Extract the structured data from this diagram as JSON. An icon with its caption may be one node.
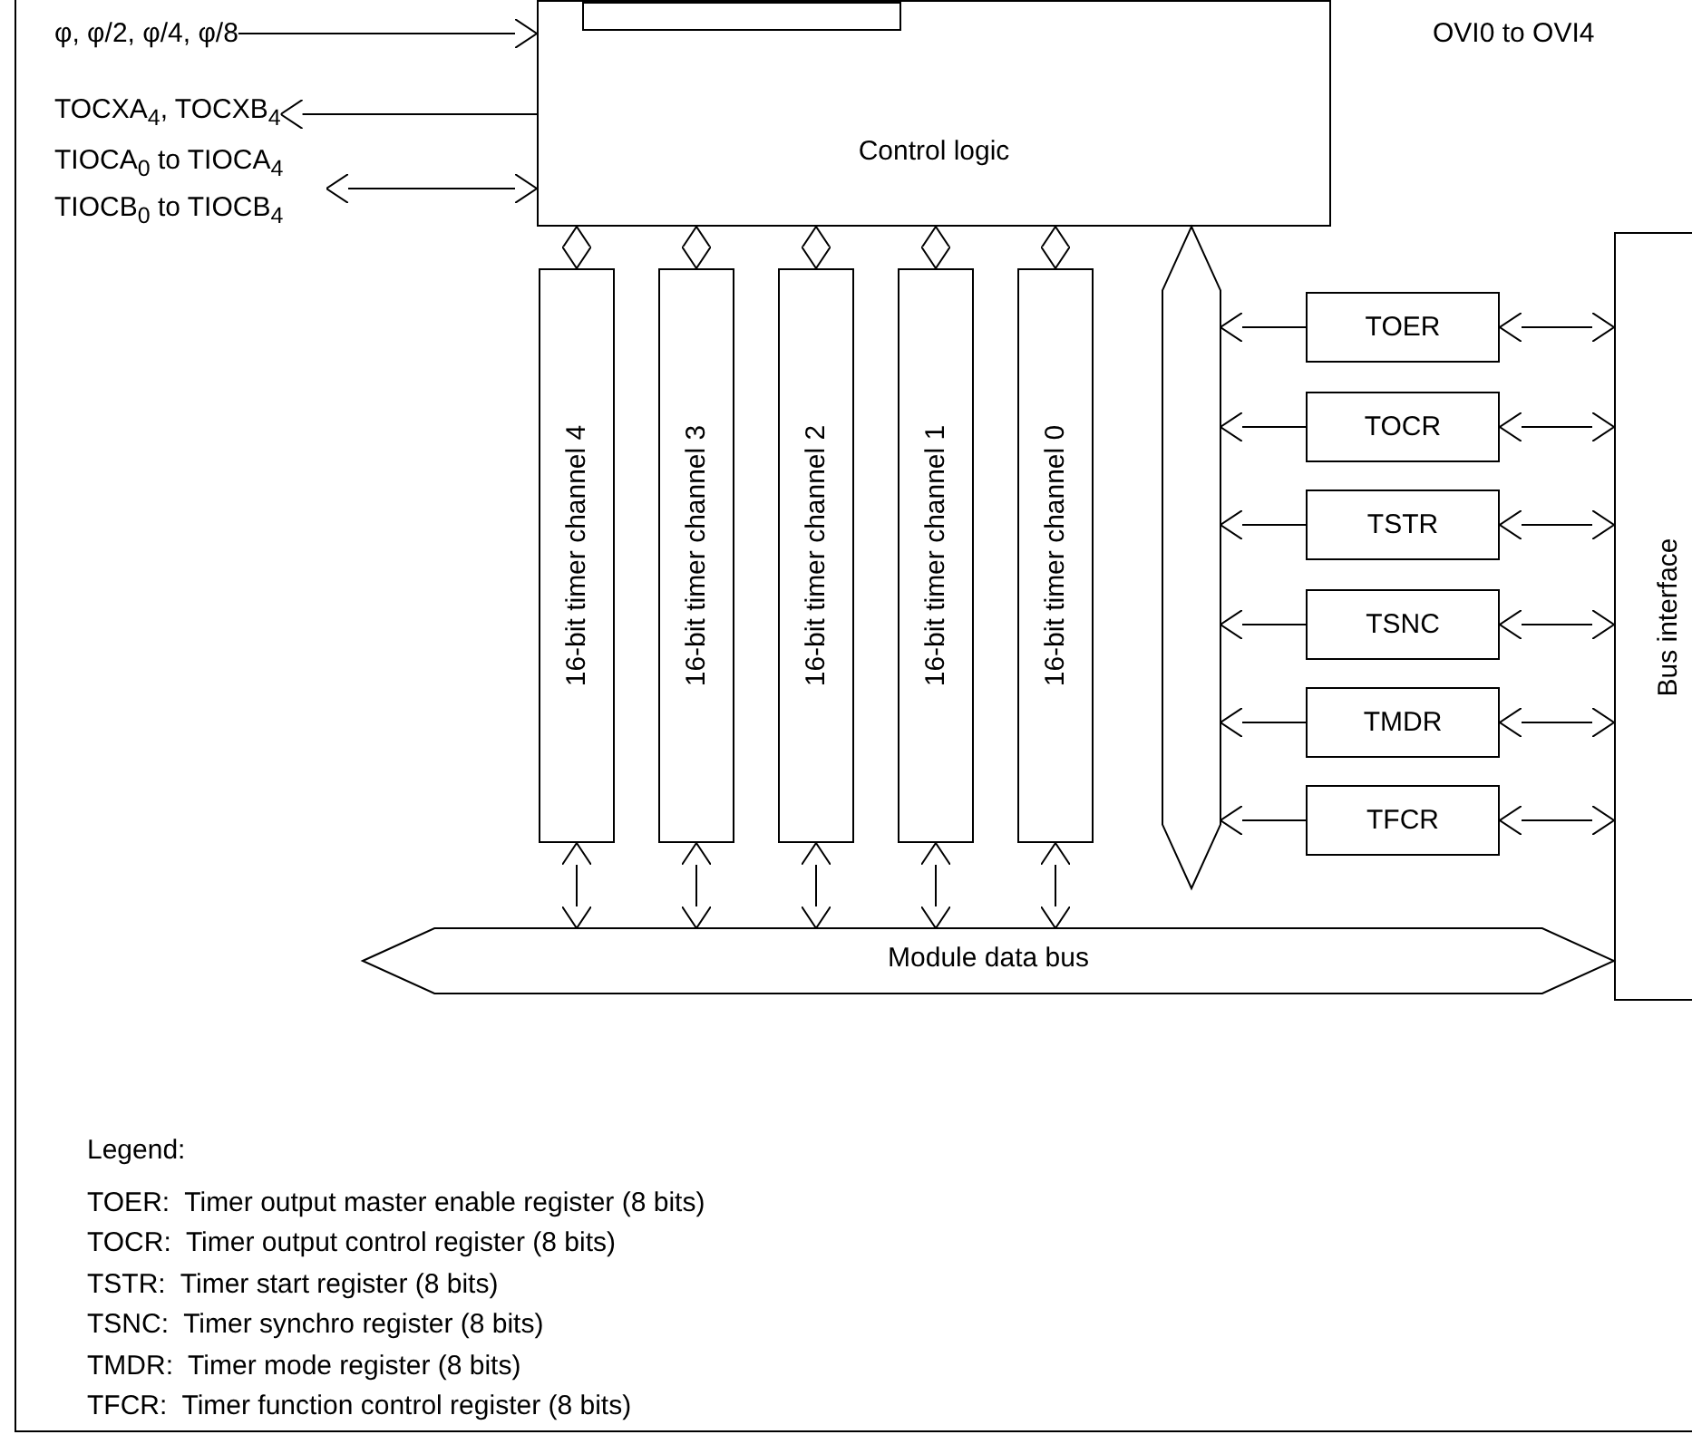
{
  "diagram": {
    "nodes": [
      {
        "text": [
          "φ, φ/2, φ/4, φ/8"
        ]
      },
      {
        "text": [
          "Control logic"
        ]
      },
      {
        "text": [],
        "shape": "box",
        "in": 1
      },
      {
        "text": [
          "TOCXA$_{4}$, TOCXB$_{4}$"
        ]
      },
      {
        "text": [
          "TIOCA$_{0}$ to TIOCA$_{4}$ TIOCB$_{0}$ to TIOCB$_{4}$"
        ]
      },
      {
        "text": [
          "16-bit timer channel 4"
        ]
      },
      {
        "text": [
          "16-bit timer channel 3"
        ]
      },
      {
        "text": [
          "16-bit timer channel 2"
        ]
      },
      {
        "text": [
          "16-bit timer channel 1"
        ]
      },
      {
        "text": [
          "16-bit timer channel 0"
        ]
      },
      {
        "text": [],
        "shape": "bar"
      },
      {
        "text": [
          "TOER"
        ]
      },
      {
        "text": [
          "TOCR"
        ]
      },
      {
        "text": [
          "TSTR"
        ]
      },
      {
        "text": [
          "TSNC"
        ]
      },
      {
        "text": [
          "TMDR"
        ]
      },
      {
        "text": [
          "TFCR"
        ]
      },
      {
        "text": [
          "Bus interface"
        ]
      },
      {
        "text": [
          "Module data bus"
        ]
      }
    ],
    "edges": [
      {
        "from": 0,
        "to": 1,
        "arrow": "to"
      },
      {
        "from": 1,
        "to": 3,
        "arrow": "to"
      },
      {
        "from": 1,
        "to": 4,
        "arrow": "both"
      },
      {
        "from": 1,
        "to": 5,
        "arrow": "both"
      },
      {
        "from": 1,
        "to": 6,
        "arrow": "both"
      },
      {
        "from": 1,
        "to": 7,
        "arrow": "both"
      },
      {
        "from": 1,
        "to": 8,
        "arrow": "both"
      },
      {
        "from": 1,
        "to": 9,
        "arrow": "both"
      },
      {
        "from": 5,
        "to": 18,
        "arrow": "both"
      },
      {
        "from": 6,
        "to": 18,
        "arrow": "both"
      },
      {
        "from": 7,
        "to": 18,
        "arrow": "both"
      },
      {
        "from": 8,
        "to": 18,
        "arrow": "both"
      },
      {
        "from": 9,
        "to": 18,
        "arrow": "both"
      },
      {
        "from": 11,
        "to": 10,
        "arrow": "to"
      },
      {
        "from": 11,
        "to": 17,
        "arrow": "both"
      },
      {
        "from": 12,
        "to": 10,
        "arrow": "to"
      },
      {
        "from": 12,
        "to": 17,
        "arrow": "both"
      },
      {
        "from": 13,
        "to": 10,
        "arrow": "to"
      },
      {
        "from": 13,
        "to": 17,
        "arrow": "both"
      },
      {
        "from": 14,
        "to": 10,
        "arrow": "to"
      },
      {
        "from": 14,
        "to": 17,
        "arrow": "both"
      },
      {
        "from": 15,
        "to": 10,
        "arrow": "to"
      },
      {
        "from": 15,
        "to": 17,
        "arrow": "both"
      },
      {
        "from": 16,
        "to": 10,
        "arrow": "to"
      },
      {
        "from": 16,
        "to": 17,
        "arrow": "both"
      }
    ],
    "labels": [
      "OVI0 to OVI4",
      "Legend:",
      "TOER:  Timer output master enable register (8 bits)",
      "TOCR:  Timer output control register (8 bits)",
      "TSTR:  Timer start register (8 bits)",
      "TSNC:  Timer synchro register (8 bits)",
      "TMDR:  Timer mode register (8 bits)",
      "TFCR:  Timer function control register (8 bits)"
    ]
  }
}
